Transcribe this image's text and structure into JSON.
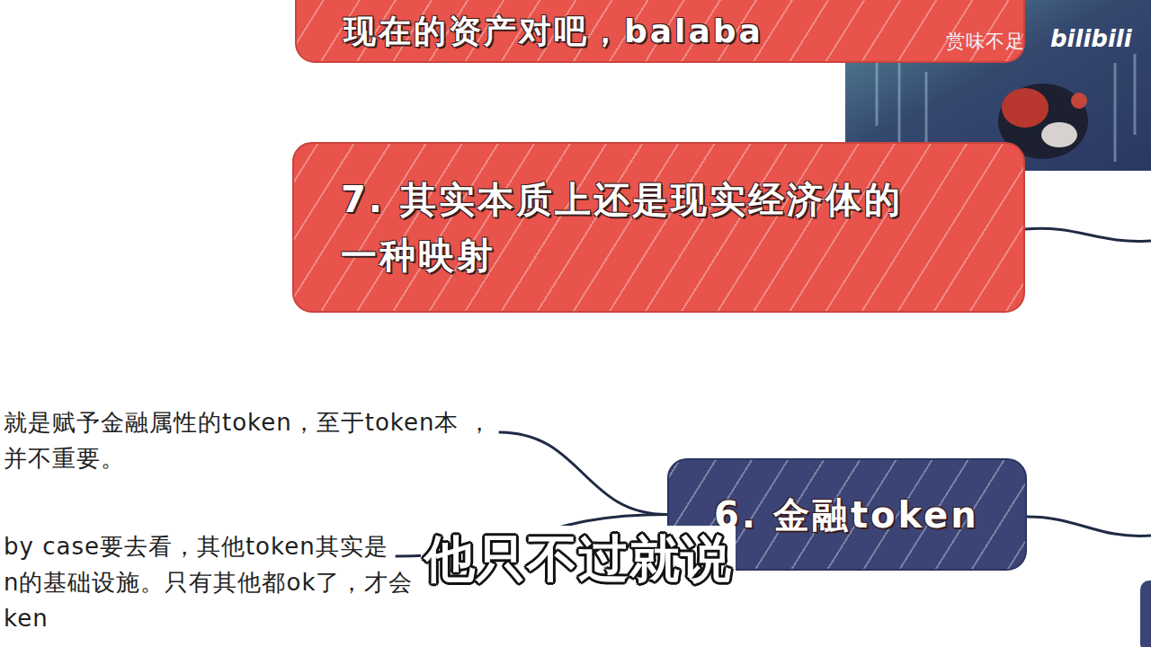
{
  "diagram": {
    "nodes": [
      {
        "text": [
          "现在的资产对吧，balaba"
        ]
      },
      {
        "text": [
          "7. 其实本质上还是现实经济体的 一种映射"
        ]
      },
      {
        "text": [
          "就是赋予金融属性的token，至于token本 ，并不重要。"
        ]
      },
      {
        "text": [
          "6. 金融token"
        ]
      },
      {
        "text": [
          "by case要去看，其他token其实是 n的基础设施。只有其他都ok了，才会 ken"
        ]
      }
    ],
    "edges": [
      {
        "from": 3,
        "to": 2,
        "arrow": "none"
      },
      {
        "from": 3,
        "to": 4,
        "arrow": "none"
      }
    ],
    "labels": [
      "他只不过就说",
      "赏味不足",
      "bilibili"
    ]
  }
}
